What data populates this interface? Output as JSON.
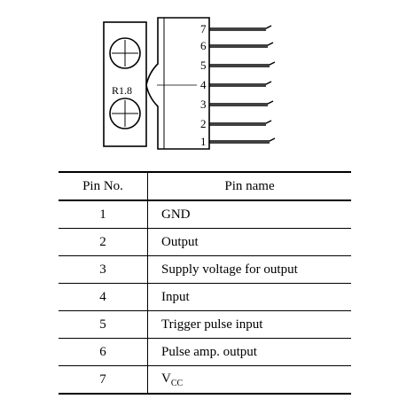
{
  "diagram": {
    "pin_numbers": [
      "7",
      "6",
      "5",
      "4",
      "3",
      "2",
      "1"
    ],
    "radius_label": "R1.8"
  },
  "table": {
    "headers": {
      "pin_no": "Pin No.",
      "pin_name": "Pin name"
    },
    "rows": [
      {
        "no": "1",
        "name": "GND"
      },
      {
        "no": "2",
        "name": "Output"
      },
      {
        "no": "3",
        "name": "Supply voltage for output"
      },
      {
        "no": "4",
        "name": "Input"
      },
      {
        "no": "5",
        "name": "Trigger pulse input"
      },
      {
        "no": "6",
        "name": "Pulse amp. output"
      },
      {
        "no": "7",
        "name": "V",
        "name_sub": "CC"
      }
    ]
  }
}
